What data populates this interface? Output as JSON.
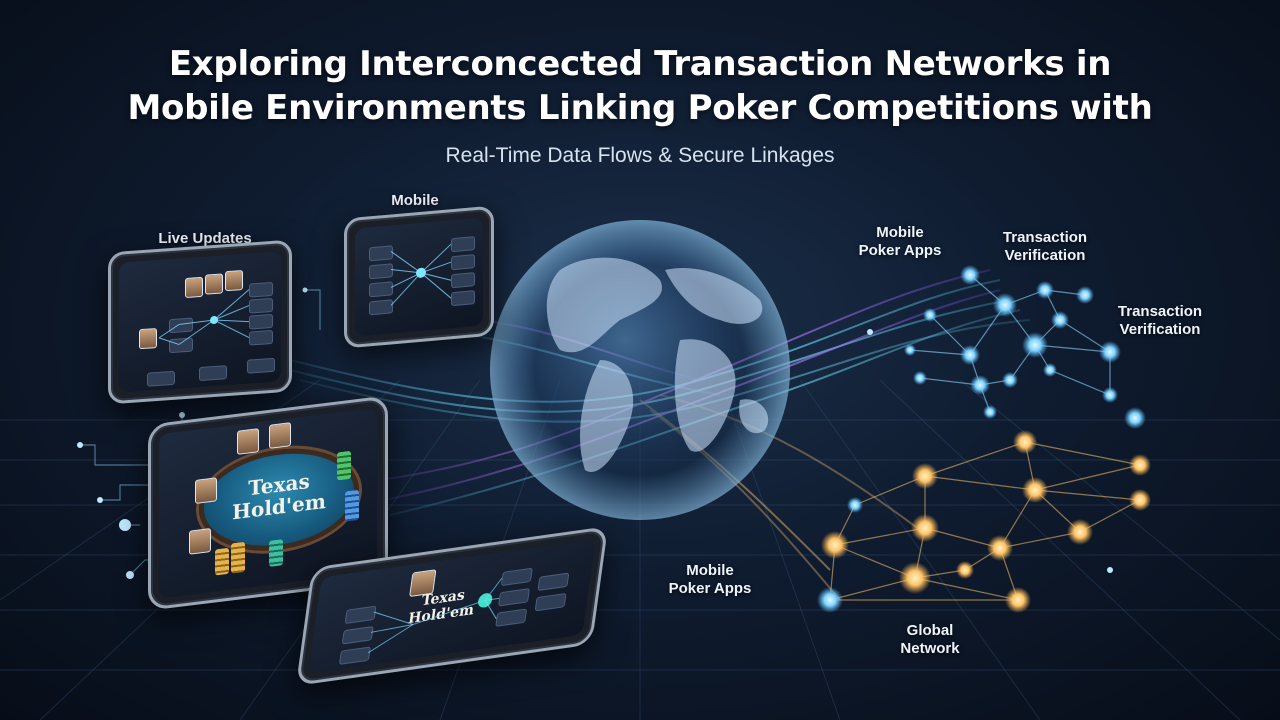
{
  "title_line1": "Exploring Interconcected Transaction Networks in",
  "title_line2": "Mobile Environments Linking Poker Competitions with",
  "subtitle": "Real-Time Data Flows & Secure Linkages",
  "labels": {
    "live_updates": "Live Updates",
    "mobile": "Mobile",
    "mobile_poker_apps_top": [
      "Mobile",
      "Poker Apps"
    ],
    "transaction_verification_top": [
      "Transaction",
      "Verification"
    ],
    "transaction_verification_right": [
      "Transaction",
      "Verification"
    ],
    "mobile_poker_apps_bottom": [
      "Mobile",
      "Poker Apps"
    ],
    "global_network": [
      "Global",
      "Network"
    ]
  },
  "devices": {
    "table_text_line1": "Texas",
    "table_text_line2": "Hold'em",
    "table_small_text_line1": "Texas",
    "table_small_text_line2": "Hold'em"
  },
  "colors": {
    "stream_cyan": "#5fe1ff",
    "stream_purple": "#b46bff",
    "node_blue": "#7fd4ff",
    "node_gold": "#ffc56a"
  }
}
